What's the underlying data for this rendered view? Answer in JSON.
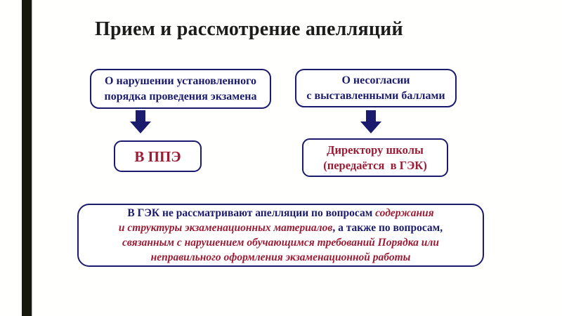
{
  "slide": {
    "title": "Прием и рассмотрение апелляций",
    "colors": {
      "navy": "#1b1b6e",
      "dark_red": "#9b1c34",
      "accent_bar": "#17190e",
      "background": "#fffffe"
    }
  },
  "appeal_boxes": {
    "violation": {
      "line1": "О нарушении установленного",
      "line2": "порядка проведения экзамена"
    },
    "disagreement": {
      "line1": "О несогласии",
      "line2": "с выставленными баллами"
    }
  },
  "result_boxes": {
    "ppe": {
      "label": "В ППЭ"
    },
    "director": {
      "line1": "Директору школы",
      "line2": "(передаётся  в ГЭК)"
    }
  },
  "icons": {
    "down_arrow_left": "down-arrow",
    "down_arrow_right": "down-arrow"
  },
  "gek_note": {
    "lines": [
      {
        "segments": [
          {
            "text": "В ГЭК не рассматривают апелляции по вопросам ",
            "style": "navy"
          },
          {
            "text": "содержания",
            "style": "red-italic"
          }
        ]
      },
      {
        "segments": [
          {
            "text": "и структуры экзаменационных материалов",
            "style": "red-italic"
          },
          {
            "text": ", а также по вопросам,",
            "style": "navy"
          }
        ]
      },
      {
        "segments": [
          {
            "text": "связанным с нарушением обучающимся требований Порядка или",
            "style": "red-italic"
          }
        ]
      },
      {
        "segments": [
          {
            "text": "неправильного оформления экзаменационной работы",
            "style": "red-italic"
          }
        ]
      }
    ]
  }
}
